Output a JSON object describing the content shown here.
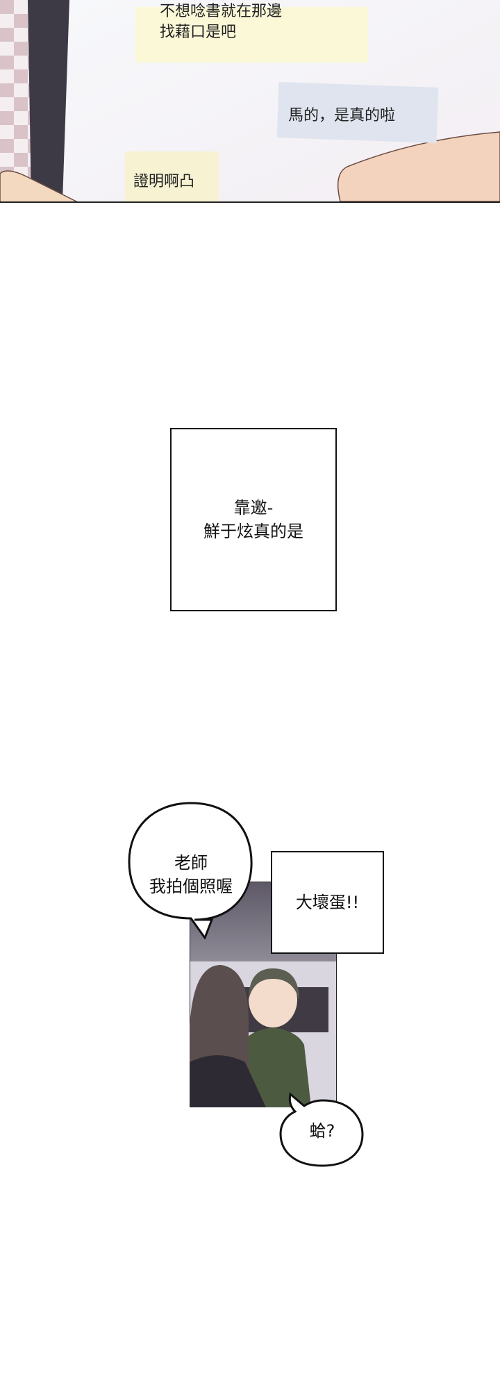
{
  "panel1": {
    "messages": [
      {
        "line1": "不想唸書就在那邊",
        "line2": "找藉口是吧"
      },
      {
        "line1": "馬的，是真的啦"
      },
      {
        "line1": "證明啊凸"
      }
    ]
  },
  "caption_box": {
    "line1": "靠邀-",
    "line2": "鮮于炫真的是"
  },
  "panel2": {
    "bubble1": {
      "line1": "老師",
      "line2": "我拍個照喔"
    },
    "box": {
      "text": "大壞蛋!!"
    },
    "bubble2": {
      "text": "蛤?"
    }
  }
}
